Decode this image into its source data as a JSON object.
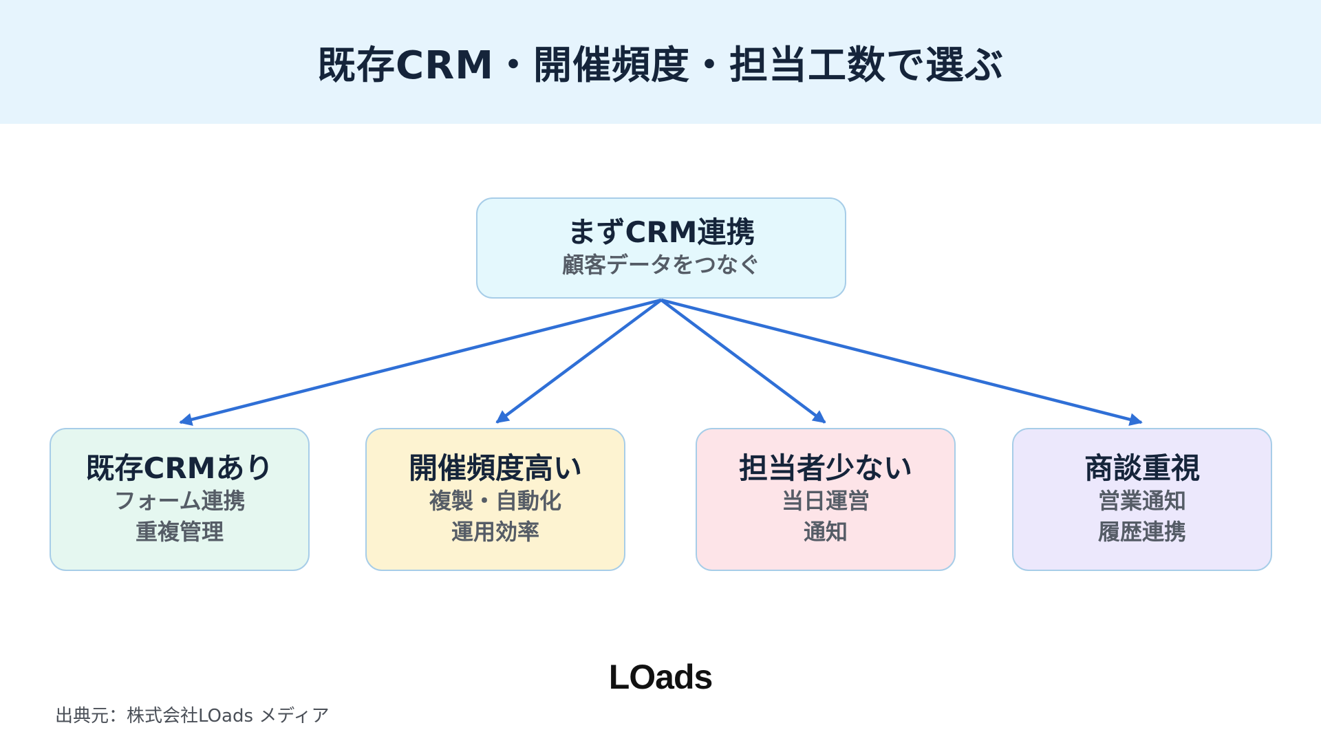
{
  "header": {
    "title": "既存CRM・開催頻度・担当工数で選ぶ"
  },
  "diagram": {
    "root": {
      "title": "まずCRM連携",
      "subtitle": "顧客データをつなぐ"
    },
    "children": [
      {
        "title": "既存CRMあり",
        "lines": [
          "フォーム連携",
          "重複管理"
        ],
        "color": "#e5f7f0"
      },
      {
        "title": "開催頻度高い",
        "lines": [
          "複製・自動化",
          "運用効率"
        ],
        "color": "#fdf3d1"
      },
      {
        "title": "担当者少ない",
        "lines": [
          "当日運営",
          "通知"
        ],
        "color": "#fde4e8"
      },
      {
        "title": "商談重視",
        "lines": [
          "営業通知",
          "履歴連携"
        ],
        "color": "#ece8fc"
      }
    ],
    "arrow_color": "#2f6fd6",
    "border_color": "#a7cde8"
  },
  "footer": {
    "logo": "LOads",
    "source": "出典元：株式会社LOads メディア"
  }
}
